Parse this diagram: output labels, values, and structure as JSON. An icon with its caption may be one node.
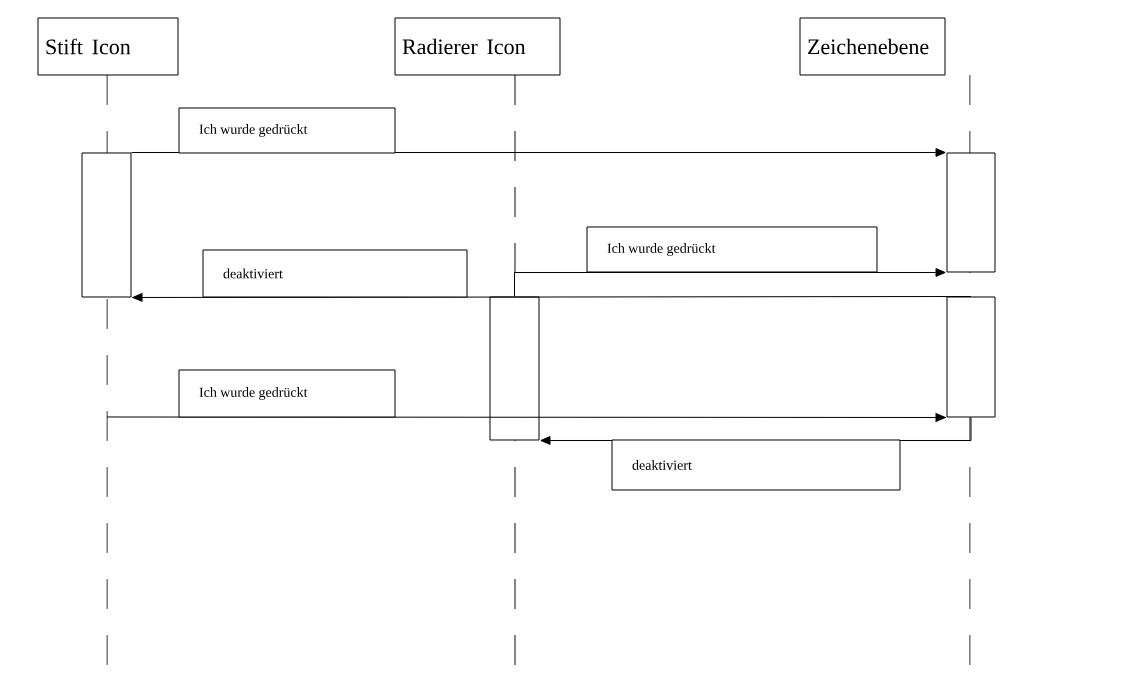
{
  "diagram": {
    "nodes": [
      {
        "text": [
          "Stift Icon"
        ]
      },
      {
        "text": [
          "Radierer Icon"
        ]
      },
      {
        "text": [
          "Zeichenebene"
        ]
      },
      {
        "text": [],
        "shape": "box"
      },
      {
        "text": [],
        "shape": "box"
      },
      {
        "text": [],
        "shape": "box"
      },
      {
        "text": [],
        "shape": "box"
      }
    ],
    "edges": [
      {
        "from": 3,
        "to": 5,
        "arrow": "to",
        "label": "Ich wurde gedrückt"
      },
      {
        "from": 4,
        "to": 5,
        "arrow": "to",
        "label": "Ich wurde gedrückt"
      },
      {
        "from": 6,
        "to": 3,
        "arrow": "to",
        "label": "deaktiviert"
      },
      {
        "from": null,
        "to": 6,
        "arrow": "to",
        "label": "Ich wurde gedrückt"
      },
      {
        "from": 6,
        "to": 4,
        "arrow": "to",
        "label": "deaktiviert"
      }
    ]
  }
}
